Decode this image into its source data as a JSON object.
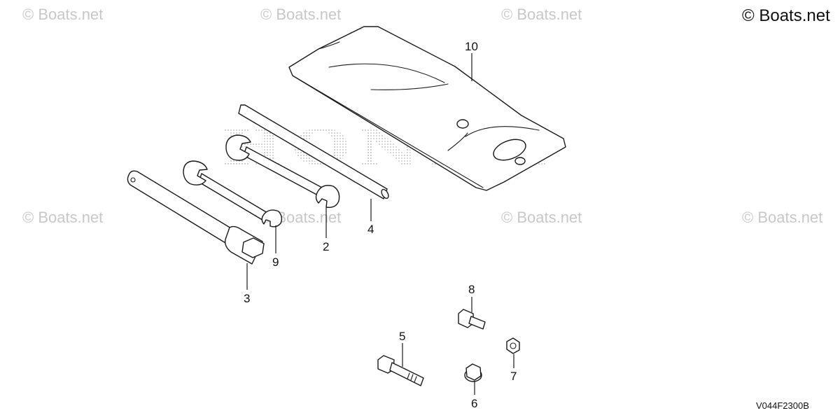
{
  "watermarks": {
    "small": "© Boats.net",
    "main": "© Boats.net"
  },
  "background_logo": "HONDA",
  "diagram_code": "V044F2300B",
  "callouts": {
    "p10": "10",
    "p4": "4",
    "p2": "2",
    "p9": "9",
    "p3": "3",
    "p8": "8",
    "p5": "5",
    "p7": "7",
    "p6": "6"
  },
  "colors": {
    "line": "#1a1a1a",
    "watermark": "#c8c8c8",
    "logo_dots": "#b0b0b0"
  }
}
